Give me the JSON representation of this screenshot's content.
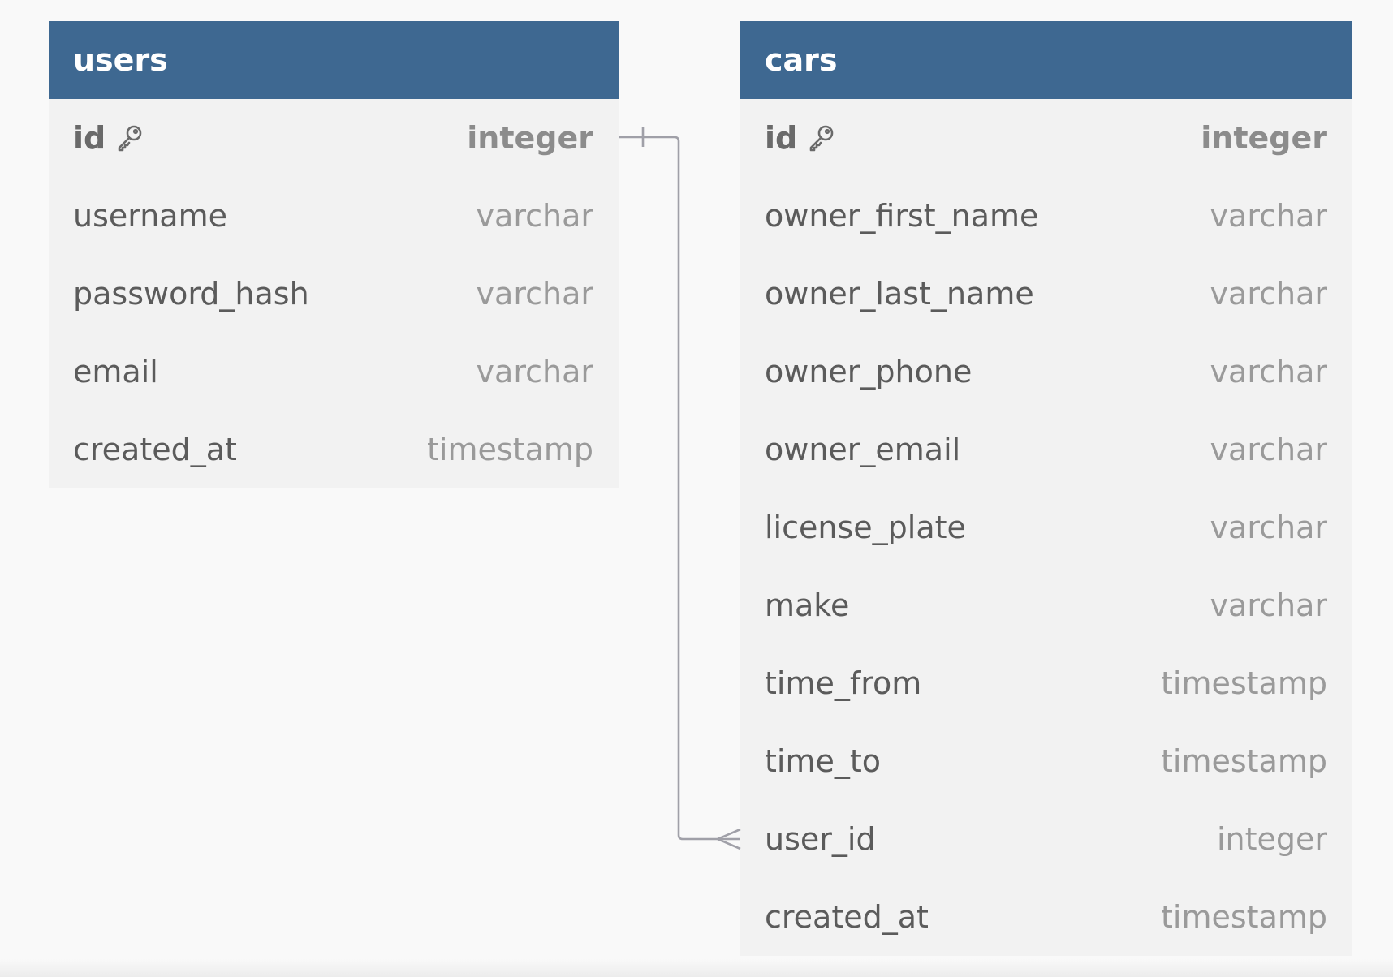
{
  "tables": [
    {
      "name": "users",
      "columns": [
        {
          "name": "id",
          "type": "integer",
          "primary_key": true
        },
        {
          "name": "username",
          "type": "varchar"
        },
        {
          "name": "password_hash",
          "type": "varchar"
        },
        {
          "name": "email",
          "type": "varchar"
        },
        {
          "name": "created_at",
          "type": "timestamp"
        }
      ]
    },
    {
      "name": "cars",
      "columns": [
        {
          "name": "id",
          "type": "integer",
          "primary_key": true
        },
        {
          "name": "owner_first_name",
          "type": "varchar"
        },
        {
          "name": "owner_last_name",
          "type": "varchar"
        },
        {
          "name": "owner_phone",
          "type": "varchar"
        },
        {
          "name": "owner_email",
          "type": "varchar"
        },
        {
          "name": "license_plate",
          "type": "varchar"
        },
        {
          "name": "make",
          "type": "varchar"
        },
        {
          "name": "time_from",
          "type": "timestamp"
        },
        {
          "name": "time_to",
          "type": "timestamp"
        },
        {
          "name": "user_id",
          "type": "integer"
        },
        {
          "name": "created_at",
          "type": "timestamp"
        }
      ]
    }
  ],
  "relationships": [
    {
      "from_table": "users",
      "from_column": "id",
      "from_cardinality": "one",
      "to_table": "cars",
      "to_column": "user_id",
      "to_cardinality": "many"
    }
  ],
  "colors": {
    "header_background": "#3e6891",
    "header_text": "#ffffff",
    "table_background": "#f2f2f2",
    "canvas_background": "#f9f9f9",
    "relationship_line": "#a0a0a8"
  },
  "icons": {
    "primary_key": "key-icon"
  }
}
